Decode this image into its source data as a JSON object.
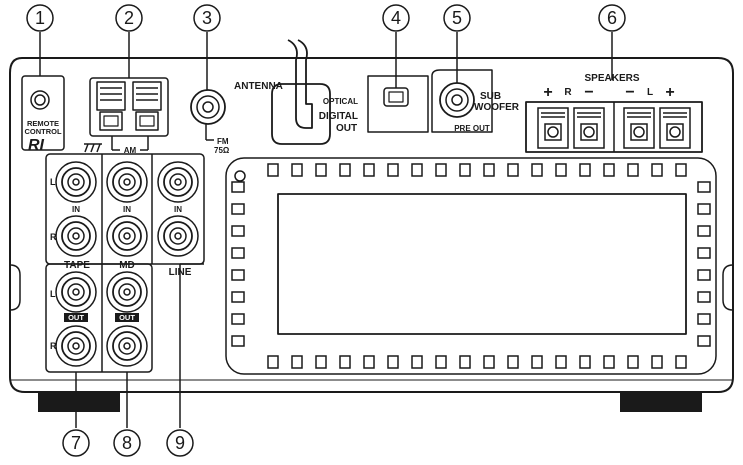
{
  "callouts": [
    {
      "id": 1,
      "glyph": "1"
    },
    {
      "id": 2,
      "glyph": "2"
    },
    {
      "id": 3,
      "glyph": "3"
    },
    {
      "id": 4,
      "glyph": "4"
    },
    {
      "id": 5,
      "glyph": "5"
    },
    {
      "id": 6,
      "glyph": "6"
    },
    {
      "id": 7,
      "glyph": "7"
    },
    {
      "id": 8,
      "glyph": "8"
    },
    {
      "id": 9,
      "glyph": "9"
    }
  ],
  "labels": {
    "remote_control_1": "REMOTE",
    "remote_control_2": "CONTROL",
    "ri_logo": "RI",
    "am": "AM",
    "antenna": "ANTENNA",
    "fm": "FM",
    "fm_ohm": "75Ω",
    "optical": "OPTICAL",
    "digital": "DIGITAL",
    "out": "OUT",
    "sub": "SUB",
    "woofer": "WOOFER",
    "pre_out": "PRE OUT",
    "speakers": "SPEAKERS",
    "spk_plus_r": "+",
    "spk_r": "R",
    "spk_minus_r": "−",
    "spk_minus_l": "−",
    "spk_l": "L",
    "spk_plus_l": "+",
    "ch_l_in": "L",
    "ch_r_in": "R",
    "ch_l_out": "L",
    "ch_r_out": "R",
    "in_tape": "IN",
    "in_md": "IN",
    "in_line": "IN",
    "tape": "TAPE",
    "md": "MD",
    "line": "LINE",
    "out_tape": "OUT",
    "out_md": "OUT"
  },
  "colors": {
    "stroke": "#1a1a1a",
    "background": "#ffffff"
  }
}
